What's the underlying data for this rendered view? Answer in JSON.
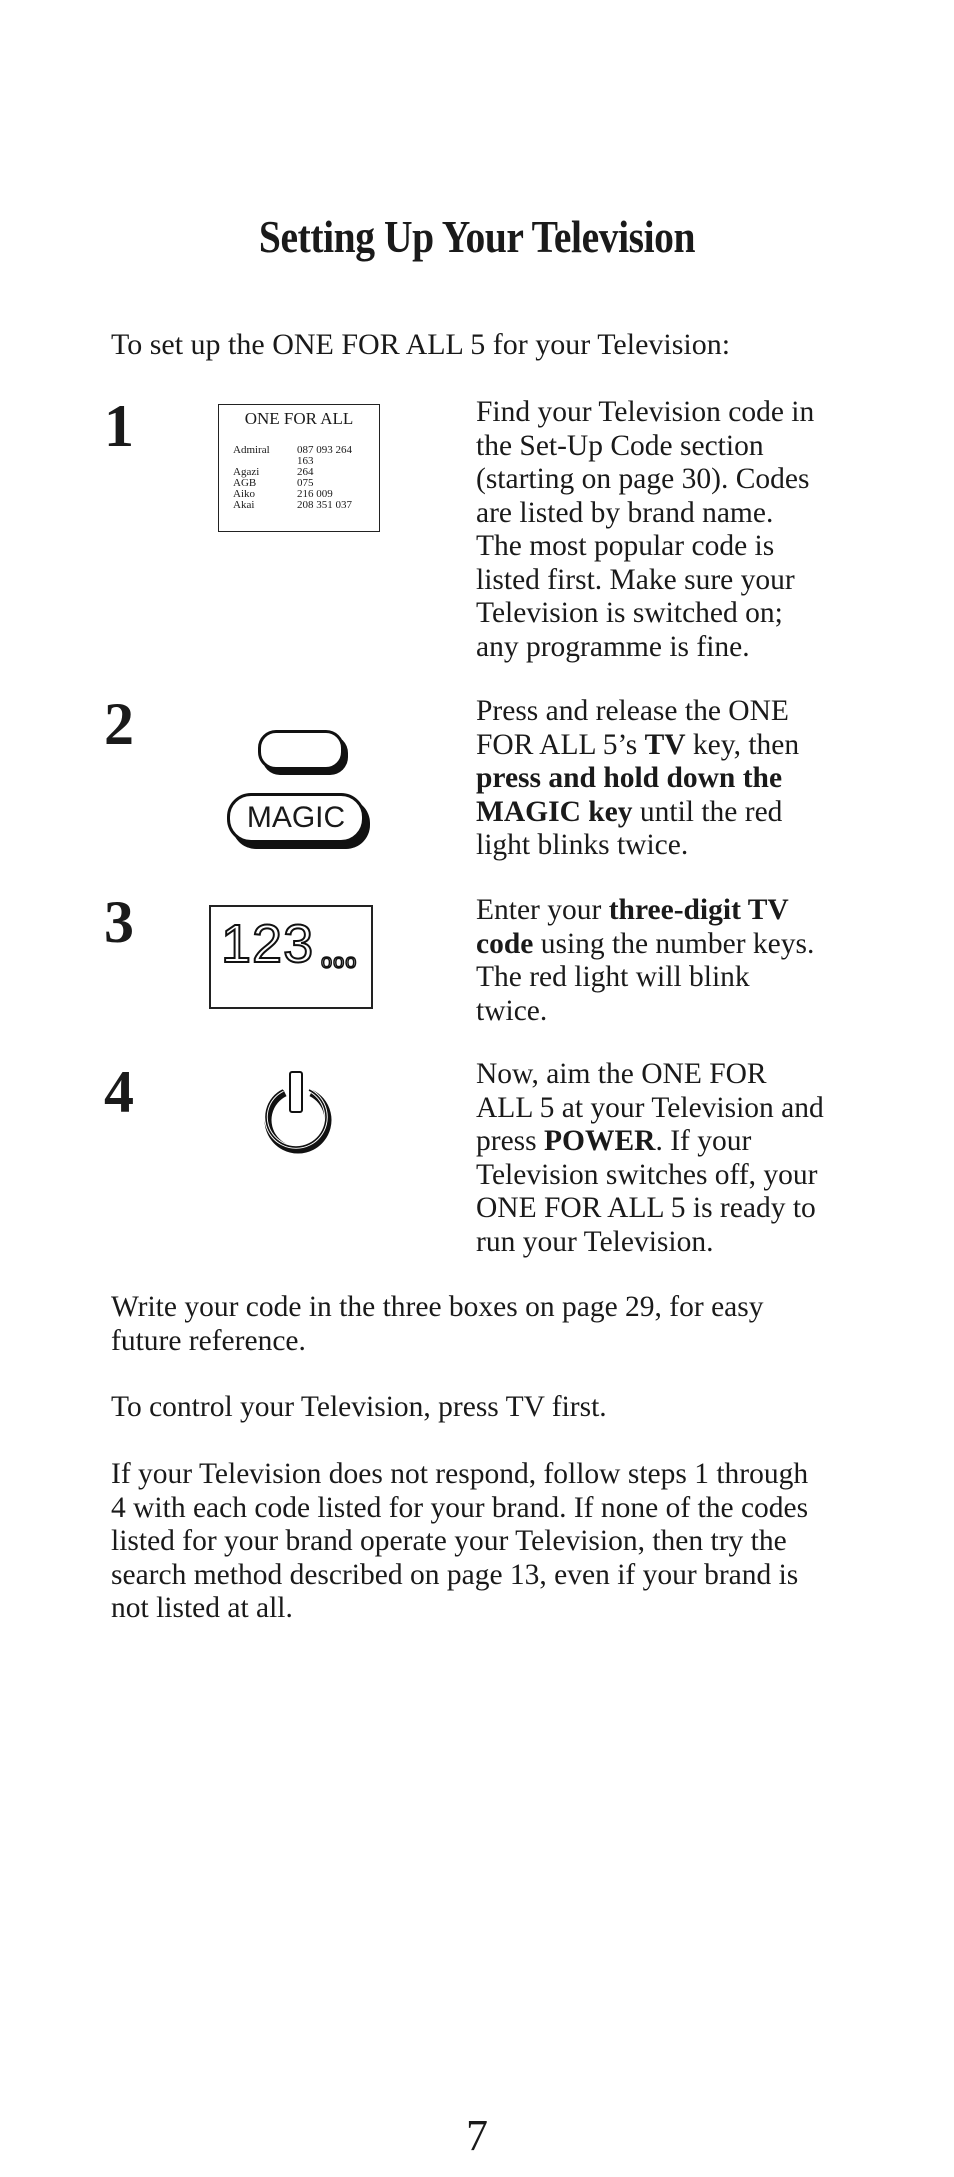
{
  "page": {
    "title": "Setting Up Your Television",
    "intro": "To set up the ONE FOR ALL 5 for your Television:",
    "page_number": "7"
  },
  "steps": [
    {
      "number": "1",
      "illustration": {
        "header": "ONE FOR ALL",
        "rows": [
          {
            "brand": "Admiral",
            "codes": "087 093 264"
          },
          {
            "brand": "",
            "codes": "163"
          },
          {
            "brand": "Agazi",
            "codes": "264"
          },
          {
            "brand": "AGB",
            "codes": "075"
          },
          {
            "brand": "Aiko",
            "codes": "216 009"
          },
          {
            "brand": "Akai",
            "codes": "208 351 037"
          }
        ]
      },
      "text": [
        "Find your Television code in",
        "the Set-Up Code section",
        "(starting on page 30). Codes",
        "are listed by brand name.",
        "The most popular code is",
        "listed first. Make sure your",
        "Television is switched on;",
        "any programme is fine."
      ]
    },
    {
      "number": "2",
      "illustration": {
        "key_label": "MAGIC"
      },
      "text": {
        "l1": "Press and release the ONE",
        "l2a": "FOR ALL 5’s ",
        "l2b": "TV",
        "l2c": " key, then",
        "l3": "press and hold down the",
        "l4a": "MAGIC key",
        "l4b": " until the red",
        "l5": "light blinks twice."
      }
    },
    {
      "number": "3",
      "illustration": {
        "digits": "123",
        "dots": "ooo"
      },
      "text": {
        "l1a": "Enter your ",
        "l1b": "three-digit TV",
        "l2a": "code",
        "l2b": " using the number keys.",
        "l3": "The red light will blink",
        "l4": "twice."
      }
    },
    {
      "number": "4",
      "illustration": {
        "icon": "power-icon"
      },
      "text": {
        "l1": "Now, aim the ONE FOR",
        "l2": "ALL 5 at your Television and",
        "l3a": "press ",
        "l3b": "POWER",
        "l3c": ". If your",
        "l4": "Television switches off, your",
        "l5": "ONE FOR ALL 5 is ready to",
        "l6": "run your Television."
      }
    }
  ],
  "notes": {
    "p1": [
      "Write your code in the three boxes on page 29, for easy",
      "future reference."
    ],
    "p2": [
      "To control your Television, press TV first."
    ],
    "p3": [
      "If your Television does not respond, follow steps 1 through",
      "4 with each code listed for your brand. If none of the codes",
      "listed for your brand operate your Television, then try the",
      "search method described on page 13, even if your brand is",
      "not listed at all."
    ]
  }
}
